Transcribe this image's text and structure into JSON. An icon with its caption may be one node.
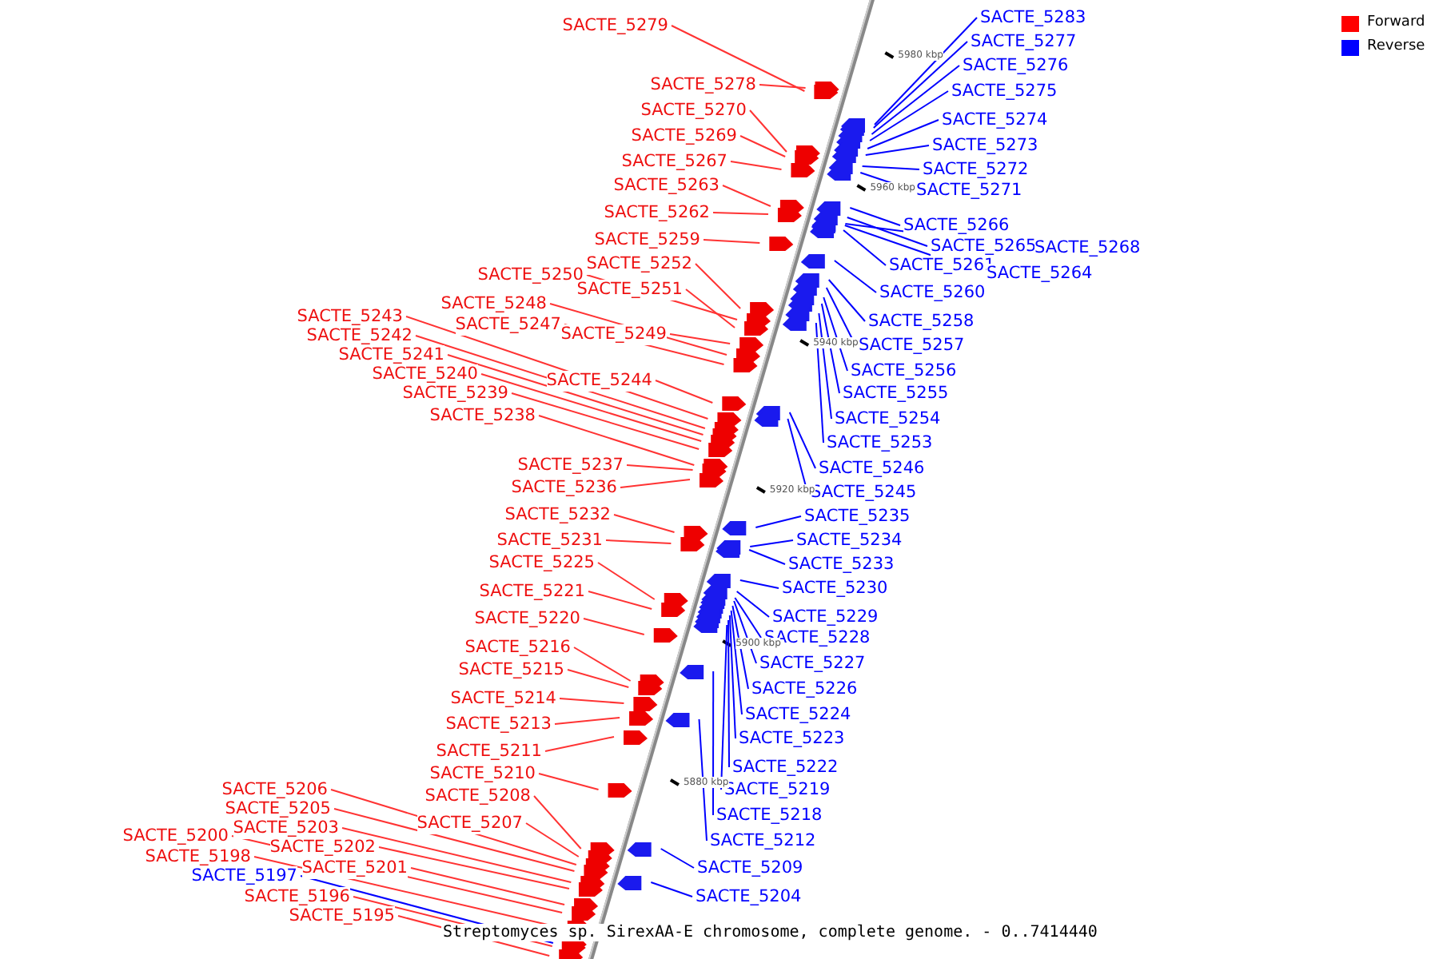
{
  "diagram": {
    "caption": "Streptomyces sp. SirexAA-E chromosome, complete genome. - 0..7414440",
    "nodes": [
      {
        "text": [
          "SACTE_5279"
        ]
      },
      {
        "text": [
          "SACTE_5278"
        ]
      },
      {
        "text": [
          "SACTE_5270"
        ]
      },
      {
        "text": [
          "SACTE_5269"
        ]
      },
      {
        "text": [
          "SACTE_5267"
        ]
      },
      {
        "text": [
          "SACTE_5263"
        ]
      },
      {
        "text": [
          "SACTE_5262"
        ]
      },
      {
        "text": [
          "SACTE_5259"
        ]
      },
      {
        "text": [
          "SACTE_5252"
        ]
      },
      {
        "text": [
          "SACTE_5250"
        ]
      },
      {
        "text": [
          "SACTE_5251"
        ]
      },
      {
        "text": [
          "SACTE_5248"
        ]
      },
      {
        "text": [
          "SACTE_5247"
        ]
      },
      {
        "text": [
          "SACTE_5249"
        ]
      },
      {
        "text": [
          "SACTE_5243"
        ]
      },
      {
        "text": [
          "SACTE_5242"
        ]
      },
      {
        "text": [
          "SACTE_5241"
        ]
      },
      {
        "text": [
          "SACTE_5240"
        ]
      },
      {
        "text": [
          "SACTE_5239"
        ]
      },
      {
        "text": [
          "SACTE_5244"
        ]
      },
      {
        "text": [
          "SACTE_5238"
        ]
      },
      {
        "text": [
          "SACTE_5237"
        ]
      },
      {
        "text": [
          "SACTE_5236"
        ]
      },
      {
        "text": [
          "SACTE_5232"
        ]
      },
      {
        "text": [
          "SACTE_5231"
        ]
      },
      {
        "text": [
          "SACTE_5225"
        ]
      },
      {
        "text": [
          "SACTE_5221"
        ]
      },
      {
        "text": [
          "SACTE_5220"
        ]
      },
      {
        "text": [
          "SACTE_5216"
        ]
      },
      {
        "text": [
          "SACTE_5215"
        ]
      },
      {
        "text": [
          "SACTE_5214"
        ]
      },
      {
        "text": [
          "SACTE_5213"
        ]
      },
      {
        "text": [
          "SACTE_5211"
        ]
      },
      {
        "text": [
          "SACTE_5210"
        ]
      },
      {
        "text": [
          "SACTE_5208"
        ]
      },
      {
        "text": [
          "SACTE_5207"
        ]
      },
      {
        "text": [
          "SACTE_5206"
        ]
      },
      {
        "text": [
          "SACTE_5205"
        ]
      },
      {
        "text": [
          "SACTE_5203"
        ]
      },
      {
        "text": [
          "SACTE_5202"
        ]
      },
      {
        "text": [
          "SACTE_5200"
        ]
      },
      {
        "text": [
          "SACTE_5201"
        ]
      },
      {
        "text": [
          "SACTE_5198"
        ]
      },
      {
        "text": [
          "SACTE_5197"
        ]
      },
      {
        "text": [
          "SACTE_5196"
        ]
      },
      {
        "text": [
          "SACTE_5195"
        ]
      },
      {
        "text": [
          "SACTE_5283"
        ]
      },
      {
        "text": [
          "SACTE_5277"
        ]
      },
      {
        "text": [
          "SACTE_5276"
        ]
      },
      {
        "text": [
          "SACTE_5275"
        ]
      },
      {
        "text": [
          "SACTE_5274"
        ]
      },
      {
        "text": [
          "SACTE_5273"
        ]
      },
      {
        "text": [
          "SACTE_5272"
        ]
      },
      {
        "text": [
          "SACTE_5271"
        ]
      },
      {
        "text": [
          "SACTE_5266"
        ]
      },
      {
        "text": [
          "SACTE_5265"
        ]
      },
      {
        "text": [
          "SACTE_5268"
        ]
      },
      {
        "text": [
          "SACTE_5261"
        ]
      },
      {
        "text": [
          "SACTE_5264"
        ]
      },
      {
        "text": [
          "SACTE_5260"
        ]
      },
      {
        "text": [
          "SACTE_5258"
        ]
      },
      {
        "text": [
          "SACTE_5257"
        ]
      },
      {
        "text": [
          "SACTE_5256"
        ]
      },
      {
        "text": [
          "SACTE_5255"
        ]
      },
      {
        "text": [
          "SACTE_5254"
        ]
      },
      {
        "text": [
          "SACTE_5253"
        ]
      },
      {
        "text": [
          "SACTE_5246"
        ]
      },
      {
        "text": [
          "SACTE_5245"
        ]
      },
      {
        "text": [
          "SACTE_5235"
        ]
      },
      {
        "text": [
          "SACTE_5234"
        ]
      },
      {
        "text": [
          "SACTE_5233"
        ]
      },
      {
        "text": [
          "SACTE_5230"
        ]
      },
      {
        "text": [
          "SACTE_5229"
        ]
      },
      {
        "text": [
          "SACTE_5228"
        ]
      },
      {
        "text": [
          "SACTE_5227"
        ]
      },
      {
        "text": [
          "SACTE_5226"
        ]
      },
      {
        "text": [
          "SACTE_5224"
        ]
      },
      {
        "text": [
          "SACTE_5223"
        ]
      },
      {
        "text": [
          "SACTE_5222"
        ]
      },
      {
        "text": [
          "SACTE_5219"
        ]
      },
      {
        "text": [
          "SACTE_5218"
        ]
      },
      {
        "text": [
          "SACTE_5212"
        ]
      },
      {
        "text": [
          "SACTE_5209"
        ]
      },
      {
        "text": [
          "SACTE_5204"
        ]
      }
    ],
    "edges": [
      {
        "from": 0,
        "to": null,
        "arrow": "none"
      },
      {
        "from": 1,
        "to": null,
        "arrow": "none"
      },
      {
        "from": 2,
        "to": null,
        "arrow": "none"
      },
      {
        "from": 3,
        "to": null,
        "arrow": "none"
      },
      {
        "from": 4,
        "to": null,
        "arrow": "none"
      },
      {
        "from": 5,
        "to": null,
        "arrow": "none"
      },
      {
        "from": 6,
        "to": null,
        "arrow": "none"
      },
      {
        "from": 7,
        "to": null,
        "arrow": "none"
      },
      {
        "from": 8,
        "to": null,
        "arrow": "none"
      },
      {
        "from": 9,
        "to": null,
        "arrow": "none"
      },
      {
        "from": 10,
        "to": null,
        "arrow": "none"
      },
      {
        "from": 11,
        "to": null,
        "arrow": "none"
      },
      {
        "from": 12,
        "to": null,
        "arrow": "none"
      },
      {
        "from": 13,
        "to": null,
        "arrow": "none"
      },
      {
        "from": 14,
        "to": null,
        "arrow": "none"
      },
      {
        "from": 15,
        "to": null,
        "arrow": "none"
      },
      {
        "from": 16,
        "to": null,
        "arrow": "none"
      },
      {
        "from": 17,
        "to": null,
        "arrow": "none"
      },
      {
        "from": 18,
        "to": null,
        "arrow": "none"
      },
      {
        "from": 19,
        "to": null,
        "arrow": "none"
      },
      {
        "from": 20,
        "to": null,
        "arrow": "none"
      },
      {
        "from": 21,
        "to": null,
        "arrow": "none"
      },
      {
        "from": 22,
        "to": null,
        "arrow": "none"
      },
      {
        "from": 23,
        "to": null,
        "arrow": "none"
      },
      {
        "from": 24,
        "to": null,
        "arrow": "none"
      },
      {
        "from": 25,
        "to": null,
        "arrow": "none"
      },
      {
        "from": 26,
        "to": null,
        "arrow": "none"
      },
      {
        "from": 27,
        "to": null,
        "arrow": "none"
      },
      {
        "from": 28,
        "to": null,
        "arrow": "none"
      },
      {
        "from": 29,
        "to": null,
        "arrow": "none"
      },
      {
        "from": 30,
        "to": null,
        "arrow": "none"
      },
      {
        "from": 31,
        "to": null,
        "arrow": "none"
      },
      {
        "from": 32,
        "to": null,
        "arrow": "none"
      },
      {
        "from": 33,
        "to": null,
        "arrow": "none"
      },
      {
        "from": 34,
        "to": null,
        "arrow": "none"
      },
      {
        "from": 35,
        "to": null,
        "arrow": "none"
      },
      {
        "from": 36,
        "to": null,
        "arrow": "none"
      },
      {
        "from": 37,
        "to": null,
        "arrow": "none"
      },
      {
        "from": 38,
        "to": null,
        "arrow": "none"
      },
      {
        "from": 39,
        "to": null,
        "arrow": "none"
      },
      {
        "from": 40,
        "to": null,
        "arrow": "none"
      },
      {
        "from": 41,
        "to": null,
        "arrow": "none"
      },
      {
        "from": 42,
        "to": null,
        "arrow": "none"
      },
      {
        "from": 43,
        "to": null,
        "arrow": "none",
        "color": "#0000ff"
      },
      {
        "from": 44,
        "to": null,
        "arrow": "none"
      },
      {
        "from": 45,
        "to": null,
        "arrow": "none"
      },
      {
        "from": 46,
        "to": null,
        "arrow": "none",
        "color": "#0000ff"
      },
      {
        "from": 47,
        "to": null,
        "arrow": "none",
        "color": "#0000ff"
      },
      {
        "from": 48,
        "to": null,
        "arrow": "none",
        "color": "#0000ff"
      },
      {
        "from": 49,
        "to": null,
        "arrow": "none",
        "color": "#0000ff"
      },
      {
        "from": 50,
        "to": null,
        "arrow": "none",
        "color": "#0000ff"
      },
      {
        "from": 51,
        "to": null,
        "arrow": "none",
        "color": "#0000ff"
      },
      {
        "from": 52,
        "to": null,
        "arrow": "none",
        "color": "#0000ff"
      },
      {
        "from": 53,
        "to": null,
        "arrow": "none",
        "color": "#0000ff"
      },
      {
        "from": 54,
        "to": null,
        "arrow": "none",
        "color": "#0000ff"
      },
      {
        "from": 55,
        "to": null,
        "arrow": "none",
        "color": "#0000ff"
      },
      {
        "from": 56,
        "to": null,
        "arrow": "none",
        "color": "#0000ff"
      },
      {
        "from": 57,
        "to": null,
        "arrow": "none",
        "color": "#0000ff"
      },
      {
        "from": 58,
        "to": null,
        "arrow": "none",
        "color": "#0000ff"
      },
      {
        "from": 59,
        "to": null,
        "arrow": "none",
        "color": "#0000ff"
      },
      {
        "from": 60,
        "to": null,
        "arrow": "none",
        "color": "#0000ff"
      },
      {
        "from": 61,
        "to": null,
        "arrow": "none",
        "color": "#0000ff"
      },
      {
        "from": 62,
        "to": null,
        "arrow": "none",
        "color": "#0000ff"
      },
      {
        "from": 63,
        "to": null,
        "arrow": "none",
        "color": "#0000ff"
      },
      {
        "from": 64,
        "to": null,
        "arrow": "none",
        "color": "#0000ff"
      },
      {
        "from": 65,
        "to": null,
        "arrow": "none",
        "color": "#0000ff"
      },
      {
        "from": 66,
        "to": null,
        "arrow": "none",
        "color": "#0000ff"
      },
      {
        "from": 67,
        "to": null,
        "arrow": "none",
        "color": "#0000ff"
      },
      {
        "from": 68,
        "to": null,
        "arrow": "none",
        "color": "#0000ff"
      },
      {
        "from": 69,
        "to": null,
        "arrow": "none",
        "color": "#0000ff"
      },
      {
        "from": 70,
        "to": null,
        "arrow": "none",
        "color": "#0000ff"
      },
      {
        "from": 71,
        "to": null,
        "arrow": "none",
        "color": "#0000ff"
      },
      {
        "from": 72,
        "to": null,
        "arrow": "none",
        "color": "#0000ff"
      },
      {
        "from": 73,
        "to": null,
        "arrow": "none",
        "color": "#0000ff"
      },
      {
        "from": 74,
        "to": null,
        "arrow": "none",
        "color": "#0000ff"
      },
      {
        "from": 75,
        "to": null,
        "arrow": "none",
        "color": "#0000ff"
      },
      {
        "from": 76,
        "to": null,
        "arrow": "none",
        "color": "#0000ff"
      },
      {
        "from": 77,
        "to": null,
        "arrow": "none",
        "color": "#0000ff"
      },
      {
        "from": 78,
        "to": null,
        "arrow": "none",
        "color": "#0000ff"
      },
      {
        "from": 79,
        "to": null,
        "arrow": "none",
        "color": "#0000ff"
      },
      {
        "from": 80,
        "to": null,
        "arrow": "none",
        "color": "#0000ff"
      },
      {
        "from": 81,
        "to": null,
        "arrow": "none",
        "color": "#0000ff"
      },
      {
        "from": 82,
        "to": null,
        "arrow": "none",
        "color": "#0000ff"
      },
      {
        "from": 83,
        "to": null,
        "arrow": "none",
        "color": "#0000ff"
      }
    ],
    "labels": [
      "5980 kbp",
      "5960 kbp",
      "5940 kbp",
      "5920 kbp",
      "5900 kbp",
      "5880 kbp"
    ],
    "legend": [
      {
        "text": "Forward",
        "color": "#ff0000"
      },
      {
        "text": "Reverse",
        "color": "#0000ff"
      }
    ]
  }
}
